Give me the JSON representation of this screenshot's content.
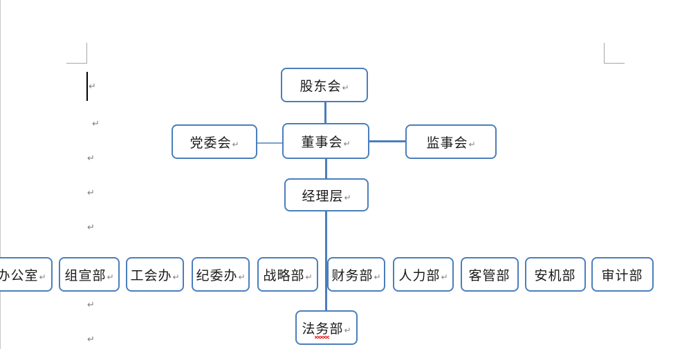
{
  "document": {
    "type": "organization-chart",
    "paragraph_mark_glyph": "↵",
    "accent_color": "#4a7ebb",
    "connector_color": "#4a7ebb",
    "spellcheck_underline_color": "#e02020",
    "page_background": "#ffffff",
    "margin_mark_color": "#a6a6a6"
  },
  "chart": {
    "title_node": {
      "label": "股东会",
      "mark": "↵"
    },
    "level2": [
      {
        "label": "党委会",
        "mark": "↵"
      },
      {
        "label": "董事会",
        "mark": "↵"
      },
      {
        "label": "监事会",
        "mark": "↵"
      }
    ],
    "level3": {
      "label": "经理层",
      "mark": "↵"
    },
    "departments": [
      {
        "label": "办公室",
        "mark": "↵"
      },
      {
        "label": "组宣部",
        "mark": "↵"
      },
      {
        "label": "工会办",
        "mark": "↵"
      },
      {
        "label": "纪委办",
        "mark": "↵"
      },
      {
        "label": "战略部",
        "mark": "↵"
      },
      {
        "label": "财务部",
        "mark": "↵"
      },
      {
        "label": "人力部",
        "mark": "↵"
      },
      {
        "label": "客管部",
        "mark": ""
      },
      {
        "label": "安机部",
        "mark": ""
      },
      {
        "label": "审计部",
        "mark": ""
      }
    ],
    "extra_department": {
      "label": "法务部",
      "mark": "↵",
      "misspelled": true
    }
  },
  "body_paragraph_marks": [
    {
      "glyph": "↵"
    },
    {
      "glyph": "↵"
    },
    {
      "glyph": "↵"
    },
    {
      "glyph": "↵"
    },
    {
      "glyph": "↵"
    },
    {
      "glyph": "↵"
    },
    {
      "glyph": "↵"
    }
  ]
}
